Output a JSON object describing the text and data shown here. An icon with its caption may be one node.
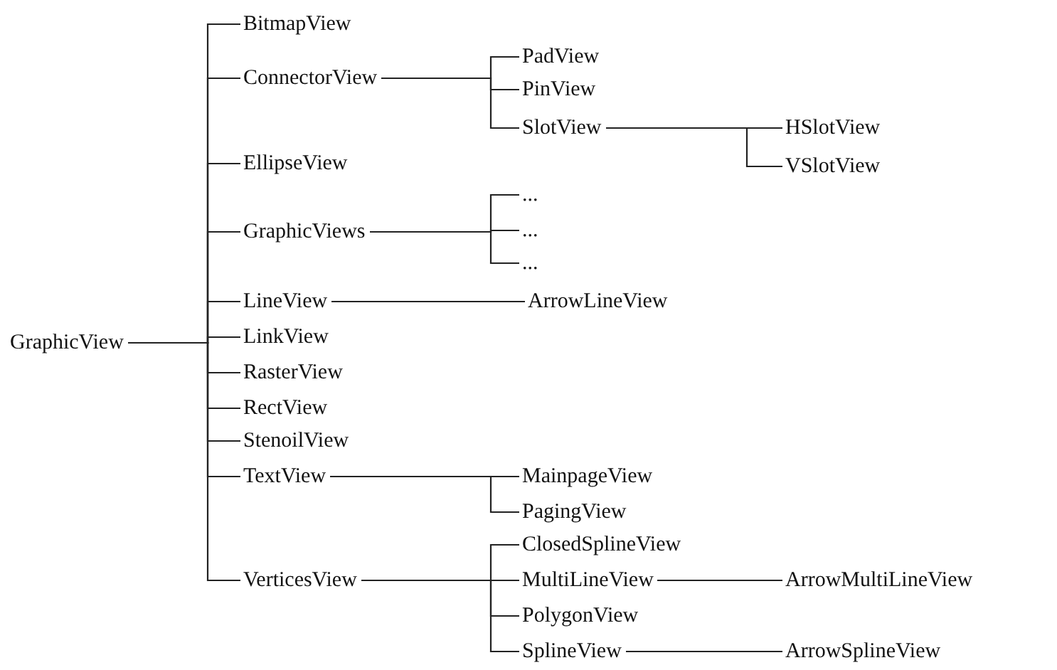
{
  "diagram": {
    "nodes": [
      {
        "text": [
          "GraphicView"
        ]
      },
      {
        "text": [
          "BitmapView"
        ]
      },
      {
        "text": [
          "ConnectorView"
        ]
      },
      {
        "text": [
          "PadView"
        ]
      },
      {
        "text": [
          "PinView"
        ]
      },
      {
        "text": [
          "SlotView"
        ]
      },
      {
        "text": [
          "HSlotView"
        ]
      },
      {
        "text": [
          "VSlotView"
        ]
      },
      {
        "text": [
          "EllipseView"
        ]
      },
      {
        "text": [
          "GraphicViews"
        ]
      },
      {
        "text": [
          "..."
        ]
      },
      {
        "text": [
          "..."
        ]
      },
      {
        "text": [
          "..."
        ]
      },
      {
        "text": [
          "LineView"
        ]
      },
      {
        "text": [
          "ArrowLineView"
        ]
      },
      {
        "text": [
          "LinkView"
        ]
      },
      {
        "text": [
          "RasterView"
        ]
      },
      {
        "text": [
          "RectView"
        ]
      },
      {
        "text": [
          "StenoilView"
        ]
      },
      {
        "text": [
          "TextView"
        ]
      },
      {
        "text": [
          "MainpageView"
        ]
      },
      {
        "text": [
          "PagingView"
        ]
      },
      {
        "text": [
          "VerticesView"
        ]
      },
      {
        "text": [
          "ClosedSplineView"
        ]
      },
      {
        "text": [
          "MultiLineView"
        ]
      },
      {
        "text": [
          "ArrowMultiLineView"
        ]
      },
      {
        "text": [
          "PolygonView"
        ]
      },
      {
        "text": [
          "SplineView"
        ]
      },
      {
        "text": [
          "ArrowSplineView"
        ]
      }
    ],
    "edges": [
      {
        "from": 0,
        "to": 1,
        "arrow": "none"
      },
      {
        "from": 0,
        "to": 2,
        "arrow": "none"
      },
      {
        "from": 2,
        "to": 3,
        "arrow": "none"
      },
      {
        "from": 2,
        "to": 4,
        "arrow": "none"
      },
      {
        "from": 2,
        "to": 5,
        "arrow": "none"
      },
      {
        "from": 5,
        "to": 6,
        "arrow": "none"
      },
      {
        "from": 5,
        "to": 7,
        "arrow": "none"
      },
      {
        "from": 0,
        "to": 8,
        "arrow": "none"
      },
      {
        "from": 0,
        "to": 9,
        "arrow": "none"
      },
      {
        "from": 9,
        "to": 10,
        "arrow": "none"
      },
      {
        "from": 9,
        "to": 11,
        "arrow": "none"
      },
      {
        "from": 9,
        "to": 12,
        "arrow": "none"
      },
      {
        "from": 0,
        "to": 13,
        "arrow": "none"
      },
      {
        "from": 13,
        "to": 14,
        "arrow": "none"
      },
      {
        "from": 0,
        "to": 15,
        "arrow": "none"
      },
      {
        "from": 0,
        "to": 16,
        "arrow": "none"
      },
      {
        "from": 0,
        "to": 17,
        "arrow": "none"
      },
      {
        "from": 0,
        "to": 18,
        "arrow": "none"
      },
      {
        "from": 0,
        "to": 19,
        "arrow": "none"
      },
      {
        "from": 19,
        "to": 20,
        "arrow": "none"
      },
      {
        "from": 19,
        "to": 21,
        "arrow": "none"
      },
      {
        "from": 0,
        "to": 22,
        "arrow": "none"
      },
      {
        "from": 22,
        "to": 23,
        "arrow": "none"
      },
      {
        "from": 22,
        "to": 24,
        "arrow": "none"
      },
      {
        "from": 24,
        "to": 25,
        "arrow": "none"
      },
      {
        "from": 22,
        "to": 26,
        "arrow": "none"
      },
      {
        "from": 22,
        "to": 27,
        "arrow": "none"
      },
      {
        "from": 27,
        "to": 28,
        "arrow": "none"
      }
    ]
  }
}
